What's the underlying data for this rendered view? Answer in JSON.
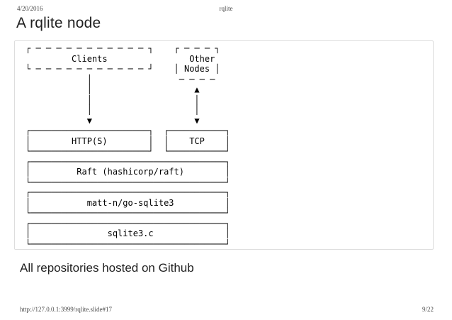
{
  "print_header": {
    "date": "4/20/2016",
    "doc_title": "rqlite"
  },
  "slide": {
    "heading": "A rqlite node",
    "diagram": {
      "ascii": "┌ ─ ─ ─ ─ ─ ─ ─ ─ ─ ─ ─ ┐    ┌ ─ ─ ─ ┐\n         Clients                Other\n└ ─ ─ ─ ─ ─ ─ ─ ─ ─ ─ ─ ┘    │ Nodes │\n            │                 ─ ─ ─ ─\n            │                    ▲\n            │                    │\n            │                    │\n            ▼                    ▼\n┌───────────────────────┐  ┌───────────┐\n│        HTTP(S)        │  │    TCP    │\n└───────────────────────┘  └───────────┘\n┌──────────────────────────────────────┐\n│         Raft (hashicorp/raft)        │\n└──────────────────────────────────────┘\n┌──────────────────────────────────────┐\n│           matt-n/go-sqlite3          │\n└──────────────────────────────────────┘\n┌──────────────────────────────────────┐\n│               sqlite3.c              │\n└──────────────────────────────────────┘",
      "nodes": [
        {
          "label": "Clients",
          "style": "dashed"
        },
        {
          "label": "Other Nodes",
          "style": "dashed"
        },
        {
          "label": "HTTP(S)",
          "style": "solid"
        },
        {
          "label": "TCP",
          "style": "solid"
        },
        {
          "label": "Raft (hashicorp/raft)",
          "style": "solid"
        },
        {
          "label": "matt-n/go-sqlite3",
          "style": "solid"
        },
        {
          "label": "sqlite3.c",
          "style": "solid"
        }
      ],
      "edges": [
        {
          "from": "Clients",
          "to": "HTTP(S)",
          "arrow": "down"
        },
        {
          "from": "Other Nodes",
          "to": "TCP",
          "arrow": "bidirectional"
        }
      ]
    },
    "caption": "All repositories hosted on Github"
  },
  "print_footer": {
    "url": "http://127.0.0.1:3999/rqlite.slide#17",
    "page": "9/22"
  },
  "colors": {
    "panel_border": "#dddddd",
    "text": "#1f1f1f",
    "print_chrome_text": "#4a4a4a",
    "background": "#ffffff"
  }
}
